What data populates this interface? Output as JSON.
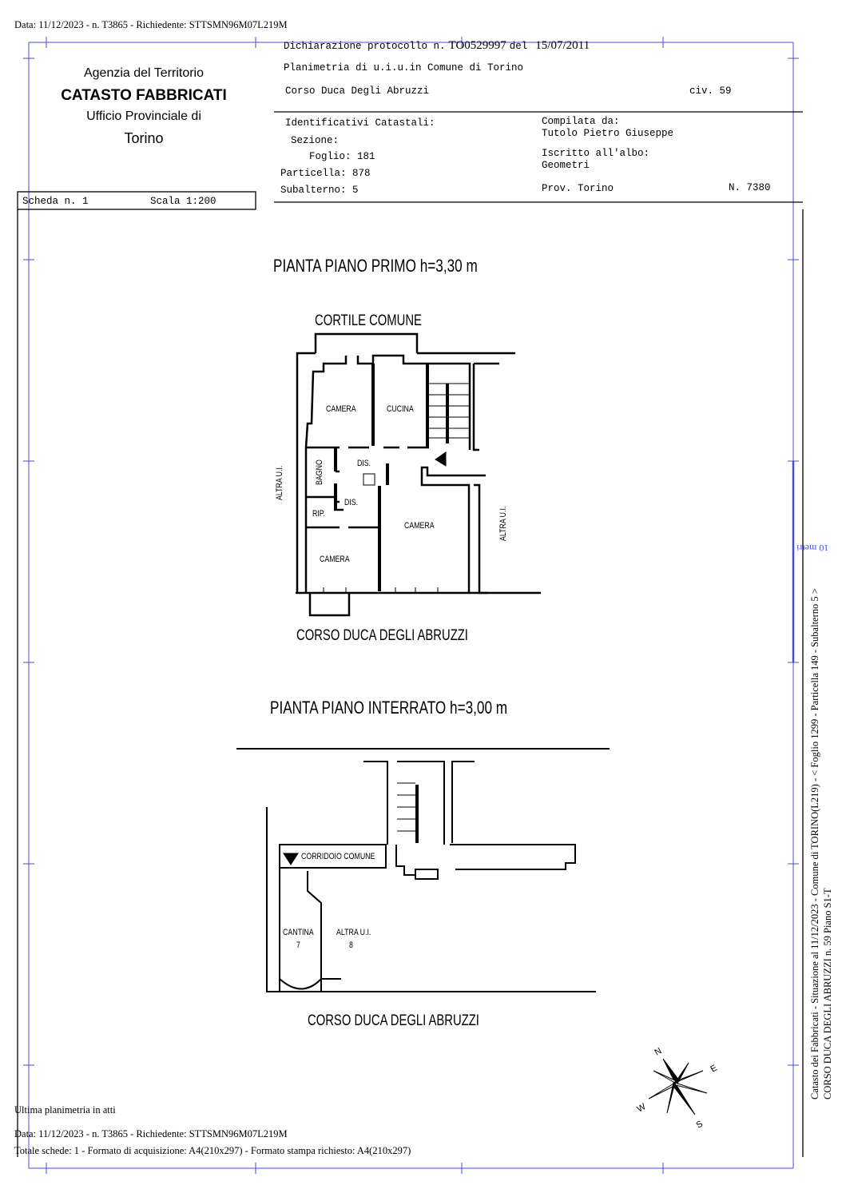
{
  "top_request_line": "Data: 11/12/2023 - n. T3865 - Richiedente: STTSMN96M07L219M",
  "header": {
    "agency": "Agenzia del Territorio",
    "catasto": "CATASTO FABBRICATI",
    "office": "Ufficio Provinciale di",
    "city": "Torino",
    "declaration_label": "Dichiarazione protocollo n.",
    "protocol_number": "TO0529997",
    "del_label": "del",
    "protocol_date": "15/07/2011",
    "planimetria": "Planimetria di u.i.u.in Comune di Torino",
    "address": "Corso Duca Degli Abruzzi",
    "civic": "civ. 59",
    "identificativi_label": "Identificativi Catastali:",
    "sezione": "Sezione:",
    "foglio": "Foglio: 181",
    "particella": "Particella: 878",
    "subalterno": "Subalterno: 5",
    "compilata_label": "Compilata da:",
    "compilata_name": "Tutolo Pietro Giuseppe",
    "albo_label": "Iscritto all'albo:",
    "albo_value": "Geometri",
    "prov": "Prov. Torino",
    "number": "N.  7380",
    "scheda": "Scheda n. 1",
    "scala": "Scala 1:200"
  },
  "plan_primo": {
    "title": "PIANTA PIANO PRIMO  h=3,30 m",
    "cortile": "CORTILE  COMUNE",
    "street": "CORSO  DUCA  DEGLI  ABRUZZI",
    "rooms": [
      "CAMERA",
      "CUCINA",
      "BAGNO",
      "DIS.",
      "DIS.",
      "RIP.",
      "CAMERA",
      "CAMERA"
    ],
    "altra_left": "ALTRA U.I.",
    "altra_right": "ALTRA U.I."
  },
  "plan_interrato": {
    "title": "PIANTA PIANO INTERRATO  h=3,00 m",
    "corridoio": "CORRIDOIO  COMUNE",
    "cantina": "CANTINA",
    "cantina_num": "7",
    "altra": "ALTRA  U.I.",
    "altra_num": "8",
    "street": "CORSO  DUCA  DEGLI  ABRUZZI"
  },
  "compass": {
    "n": "N",
    "e": "E",
    "s": "S",
    "w": "W"
  },
  "scale_bar": "10 metri",
  "side_text_1": "Catasto dei Fabbricati - Situazione al 11/12/2023 - Comune di TORINO(L219) - <  Foglio 1299 - Particella  149 - Subalterno 5 >",
  "side_text_2": "CORSO DUCA DEGLI ABRUZZI n. 59 Piano S1-T",
  "footer": {
    "last_plan": "Ultima planimetria in atti",
    "request": "Data: 11/12/2023 - n. T3865 - Richiedente: STTSMN96M07L219M",
    "totals": "Totale schede: 1 - Formato di acquisizione: A4(210x297)  - Formato stampa richiesto: A4(210x297)"
  }
}
